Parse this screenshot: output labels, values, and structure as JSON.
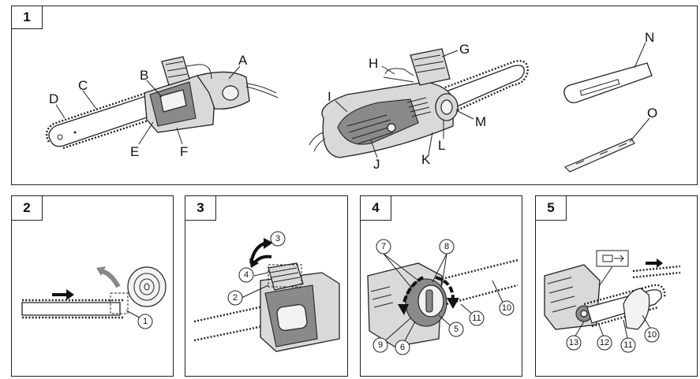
{
  "panels": {
    "p1": {
      "number": "1"
    },
    "p2": {
      "number": "2"
    },
    "p3": {
      "number": "3"
    },
    "p4": {
      "number": "4"
    },
    "p5": {
      "number": "5"
    }
  },
  "labels": {
    "A": "A",
    "B": "B",
    "C": "C",
    "D": "D",
    "E": "E",
    "F": "F",
    "G": "G",
    "H": "H",
    "I": "I",
    "J": "J",
    "K": "K",
    "L": "L",
    "M": "M",
    "N": "N",
    "O": "O"
  },
  "callouts": {
    "n1": "1",
    "n2": "2",
    "n3": "3",
    "n4": "4",
    "n5": "5",
    "n6": "6",
    "n7": "7",
    "n8": "8",
    "n9": "9",
    "n10": "10",
    "n11": "11",
    "n12": "12",
    "n13": "13"
  },
  "icons": {
    "direction_arrow": "right-arrow-icon",
    "rotation_arrow": "curved-arrow-icon"
  }
}
